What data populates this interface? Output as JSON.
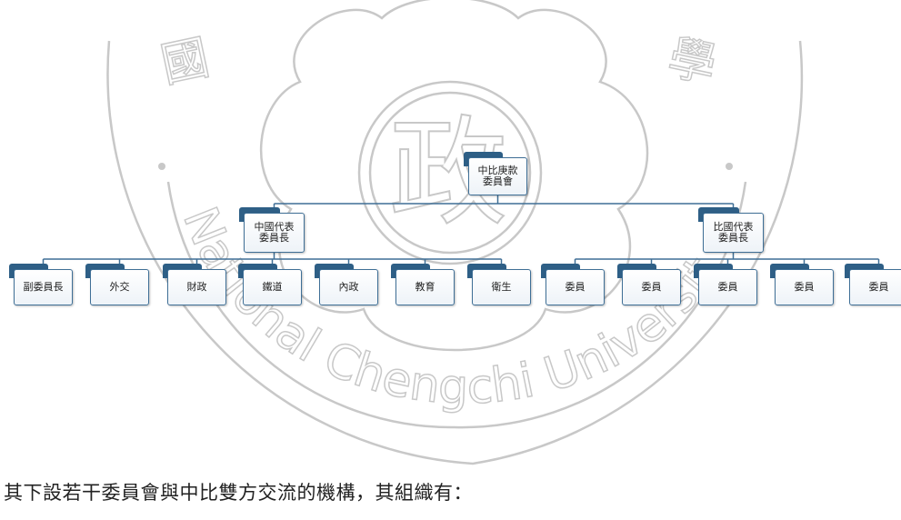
{
  "watermark": {
    "top_left_char": "國",
    "center_char": "政",
    "top_right_char": "學",
    "arc_text": "National Chengchi University",
    "color": "#c8c8c8"
  },
  "org_chart": {
    "root": "中比庚款\n委員會",
    "branches": [
      {
        "label": "中國代表\n委員長",
        "children": [
          "副委員長",
          "外交",
          "財政",
          "鐵道",
          "內政",
          "教育",
          "衛生"
        ]
      },
      {
        "label": "比國代表\n委員長",
        "children": [
          "委員",
          "委員",
          "委員",
          "委員",
          "委員"
        ]
      }
    ],
    "line_color": "#3f6f96",
    "box_border_color": "#3f6f96",
    "tab_color": "#2e5f86"
  },
  "caption": "其下設若干委員會與中比雙方交流的機構，其組織有："
}
